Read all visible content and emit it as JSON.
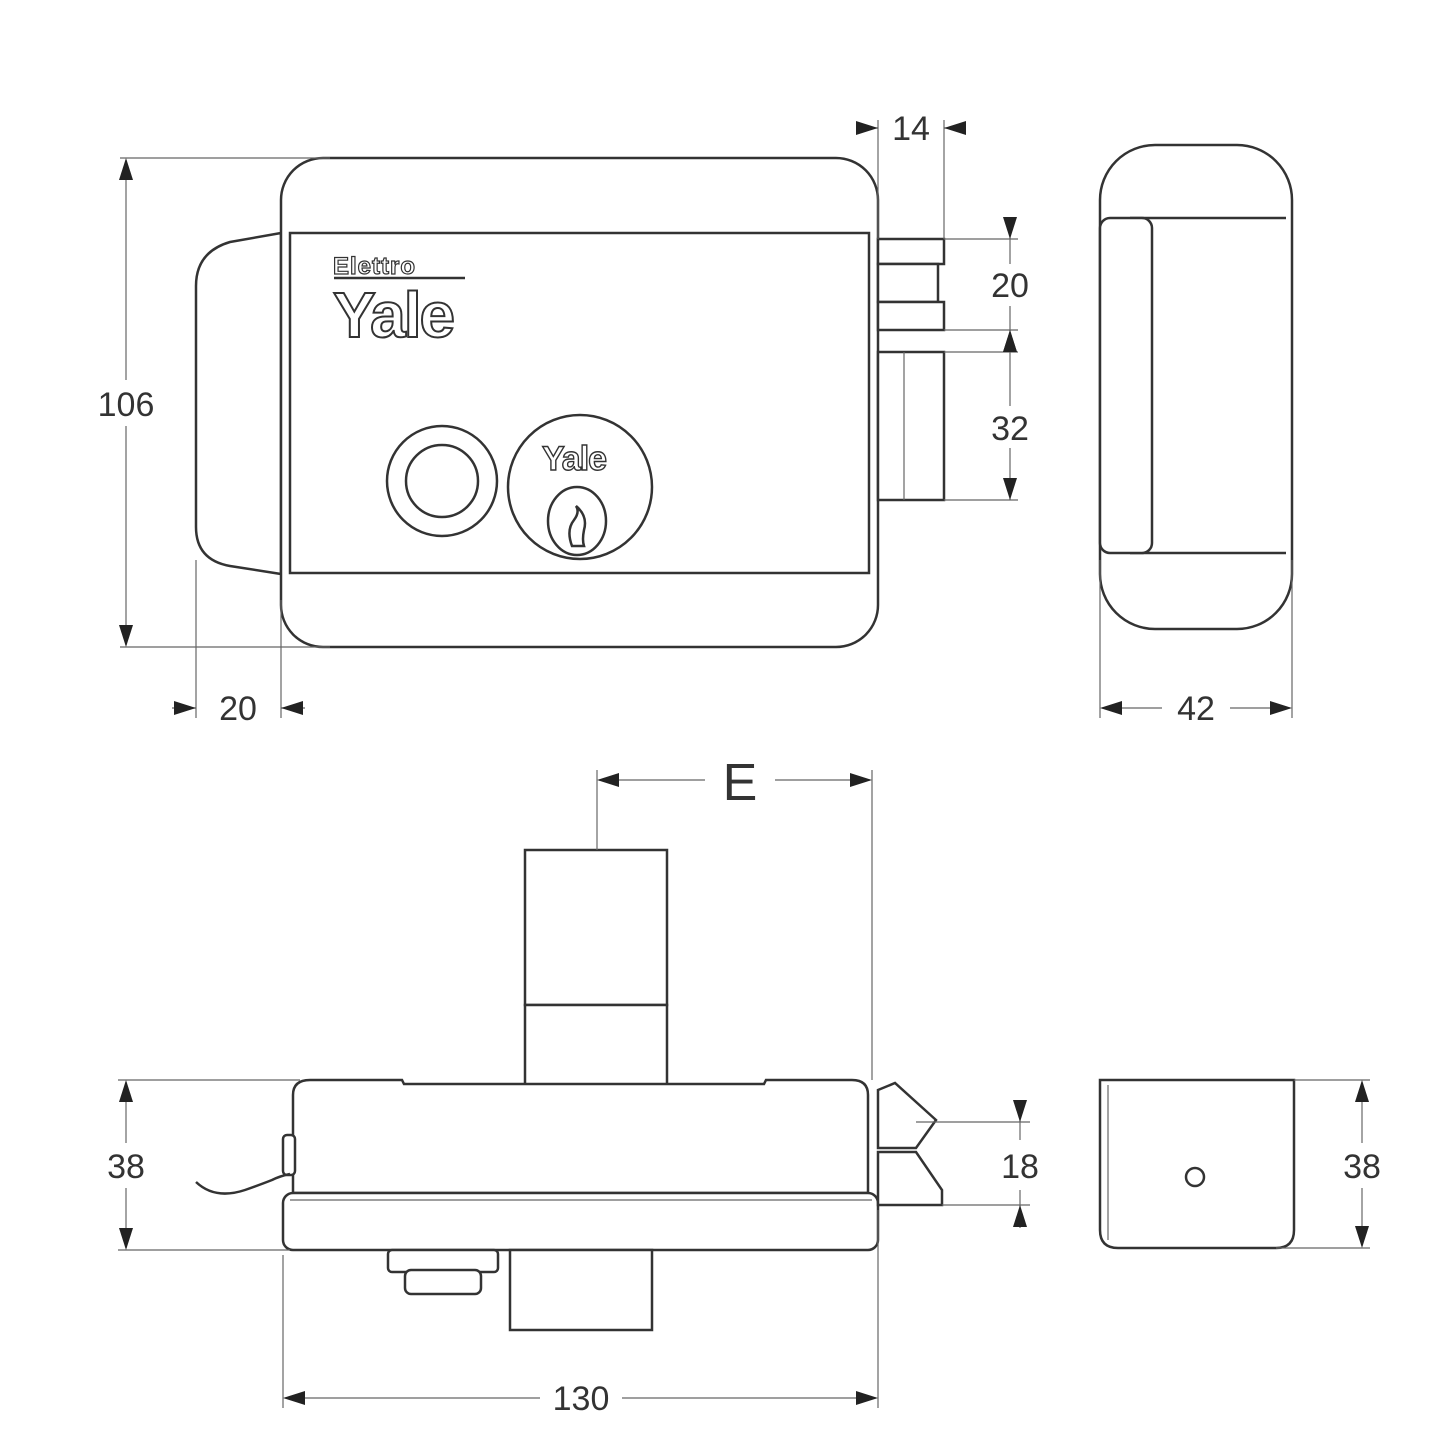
{
  "dimensions": {
    "height_front": "106",
    "bolt_offset": "14",
    "latch_height": "20",
    "deadbolt_height": "32",
    "cover_depth": "20",
    "side_width": "42",
    "backset": "E",
    "base_height": "38",
    "latch_projection": "18",
    "side_base_height": "38",
    "length": "130"
  },
  "branding": {
    "sub_brand": "Elettro",
    "brand": "Yale",
    "cylinder_brand": "Yale"
  }
}
